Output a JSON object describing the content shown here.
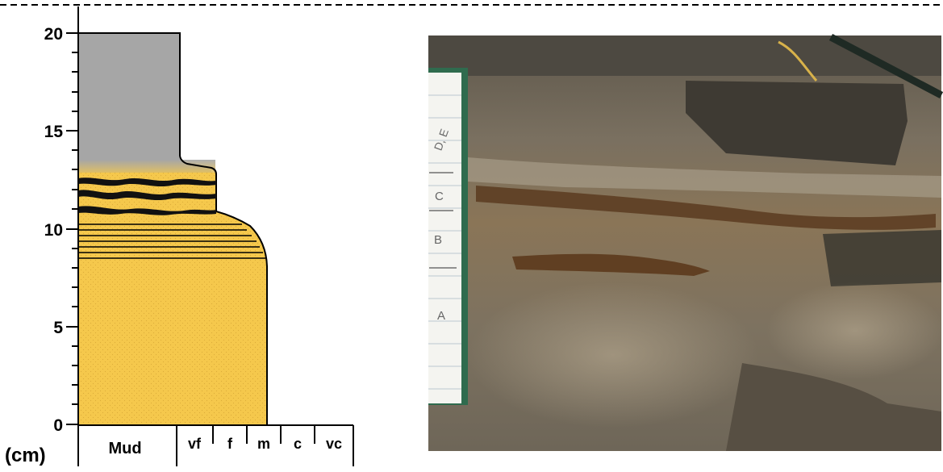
{
  "log": {
    "unit_label": "(cm)",
    "y_ticks": [
      "0",
      "5",
      "10",
      "15",
      "20"
    ],
    "grain_labels": [
      "Mud",
      "vf",
      "f",
      "m",
      "c",
      "vc"
    ],
    "colors": {
      "mud_facies": "#a6a6a6",
      "sand_facies": "#f5c84c",
      "dark_layers": "#111111"
    }
  },
  "photo": {
    "notebook_labels": [
      "D, E",
      "C",
      "B",
      "A"
    ]
  }
}
